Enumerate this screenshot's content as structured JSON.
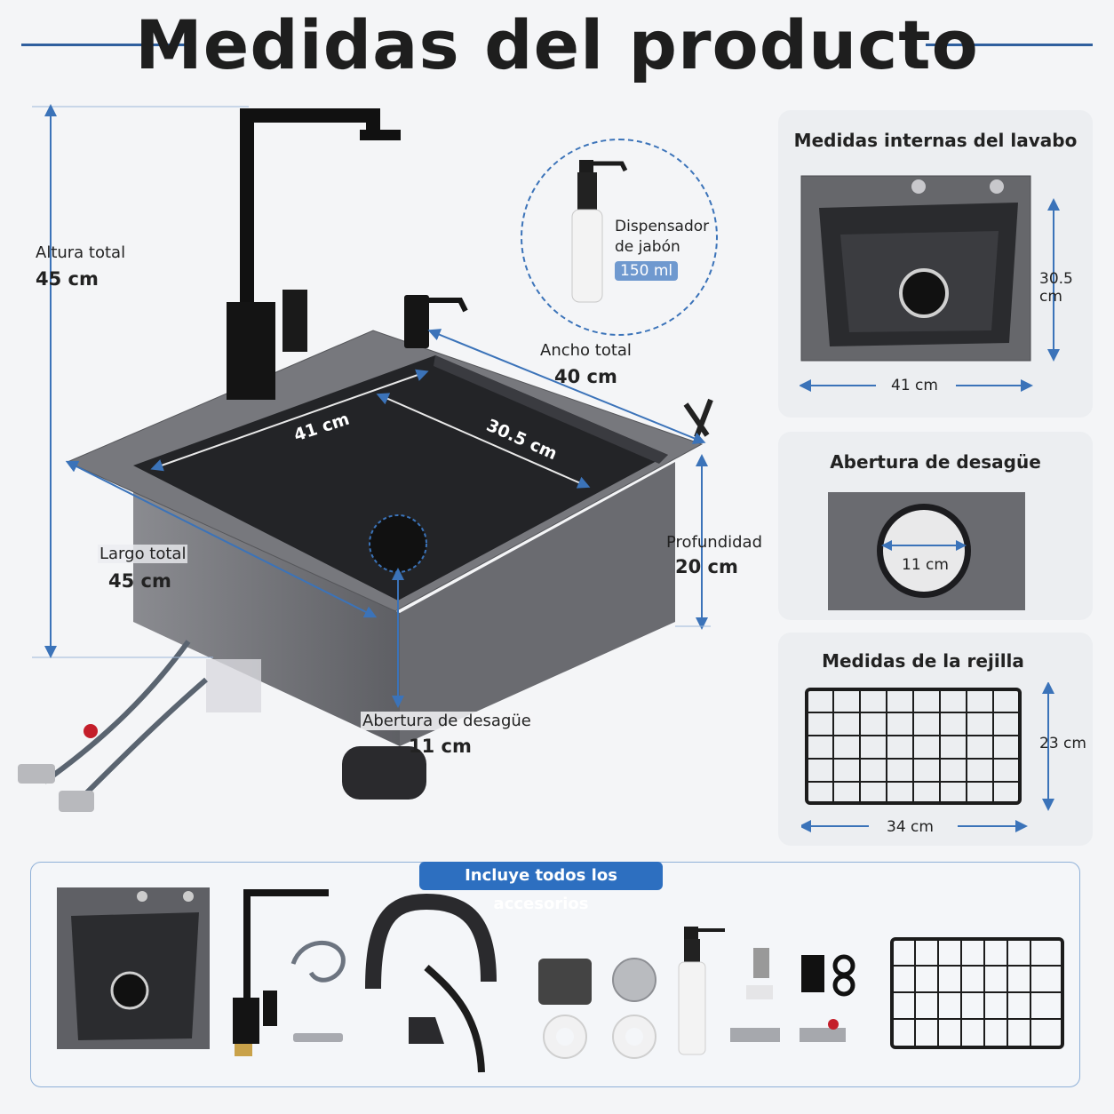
{
  "header": {
    "title": "Medidas del producto"
  },
  "main_view": {
    "altura": {
      "label": "Altura total",
      "value": "45 cm"
    },
    "ancho": {
      "label": "Ancho total",
      "value": "40 cm"
    },
    "largo": {
      "label": "Largo total",
      "value": "45 cm"
    },
    "profundidad": {
      "label": "Profundidad",
      "value": "20 cm"
    },
    "abertura": {
      "label": "Abertura de desagüe",
      "value": "11 cm"
    },
    "inner_w": "41 cm",
    "inner_d": "30.5 cm",
    "dispenser": {
      "line1": "Dispensador",
      "line2": "de jabón",
      "volume": "150 ml"
    }
  },
  "panels": {
    "interior": {
      "title": "Medidas internas del lavabo",
      "height": "30.5 cm",
      "width": "41 cm"
    },
    "drain": {
      "title": "Abertura de desagüe",
      "diameter": "11 cm"
    },
    "rack": {
      "title": "Medidas de la rejilla",
      "height": "23 cm",
      "width": "34 cm"
    }
  },
  "accessories": {
    "title": "Incluye todos los accesorios"
  },
  "colors": {
    "accent": "#2d6fc0",
    "rule": "#2f5f9e",
    "sink_dark": "#2a2b2e",
    "sink_side": "#707176"
  }
}
